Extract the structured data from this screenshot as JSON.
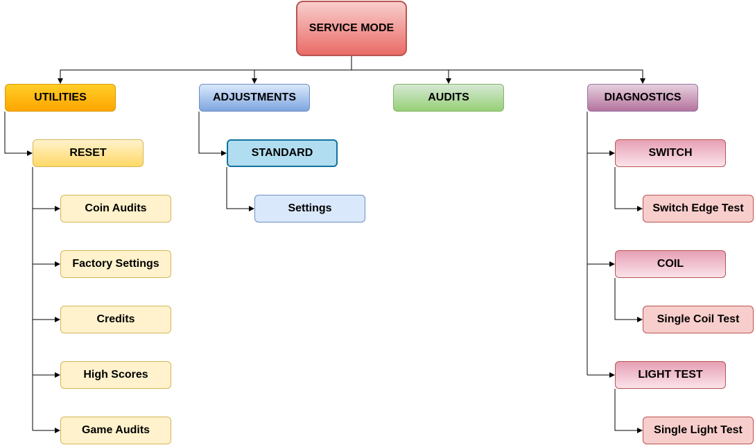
{
  "root": {
    "label": "SERVICE MODE"
  },
  "categories": {
    "utilities": "UTILITIES",
    "adjustments": "ADJUSTMENTS",
    "audits": "AUDITS",
    "diagnostics": "DIAGNOSTICS"
  },
  "utilities": {
    "reset": "RESET",
    "items": [
      "Coin Audits",
      "Factory Settings",
      "Credits",
      "High Scores",
      "Game Audits"
    ]
  },
  "adjustments": {
    "standard": "STANDARD",
    "settings": "Settings"
  },
  "diagnostics": {
    "switch": "SWITCH",
    "switch_test": "Switch Edge Test",
    "coil": "COIL",
    "coil_test": "Single Coil Test",
    "light": "LIGHT TEST",
    "light_test": "Single Light Test"
  },
  "colors": {
    "root": "#ea6b66",
    "utilities": "#ffa500",
    "adjustments": "#7ea6e0",
    "audits": "#97d077",
    "diagnostics": "#b5739d",
    "connector": "#000000"
  }
}
